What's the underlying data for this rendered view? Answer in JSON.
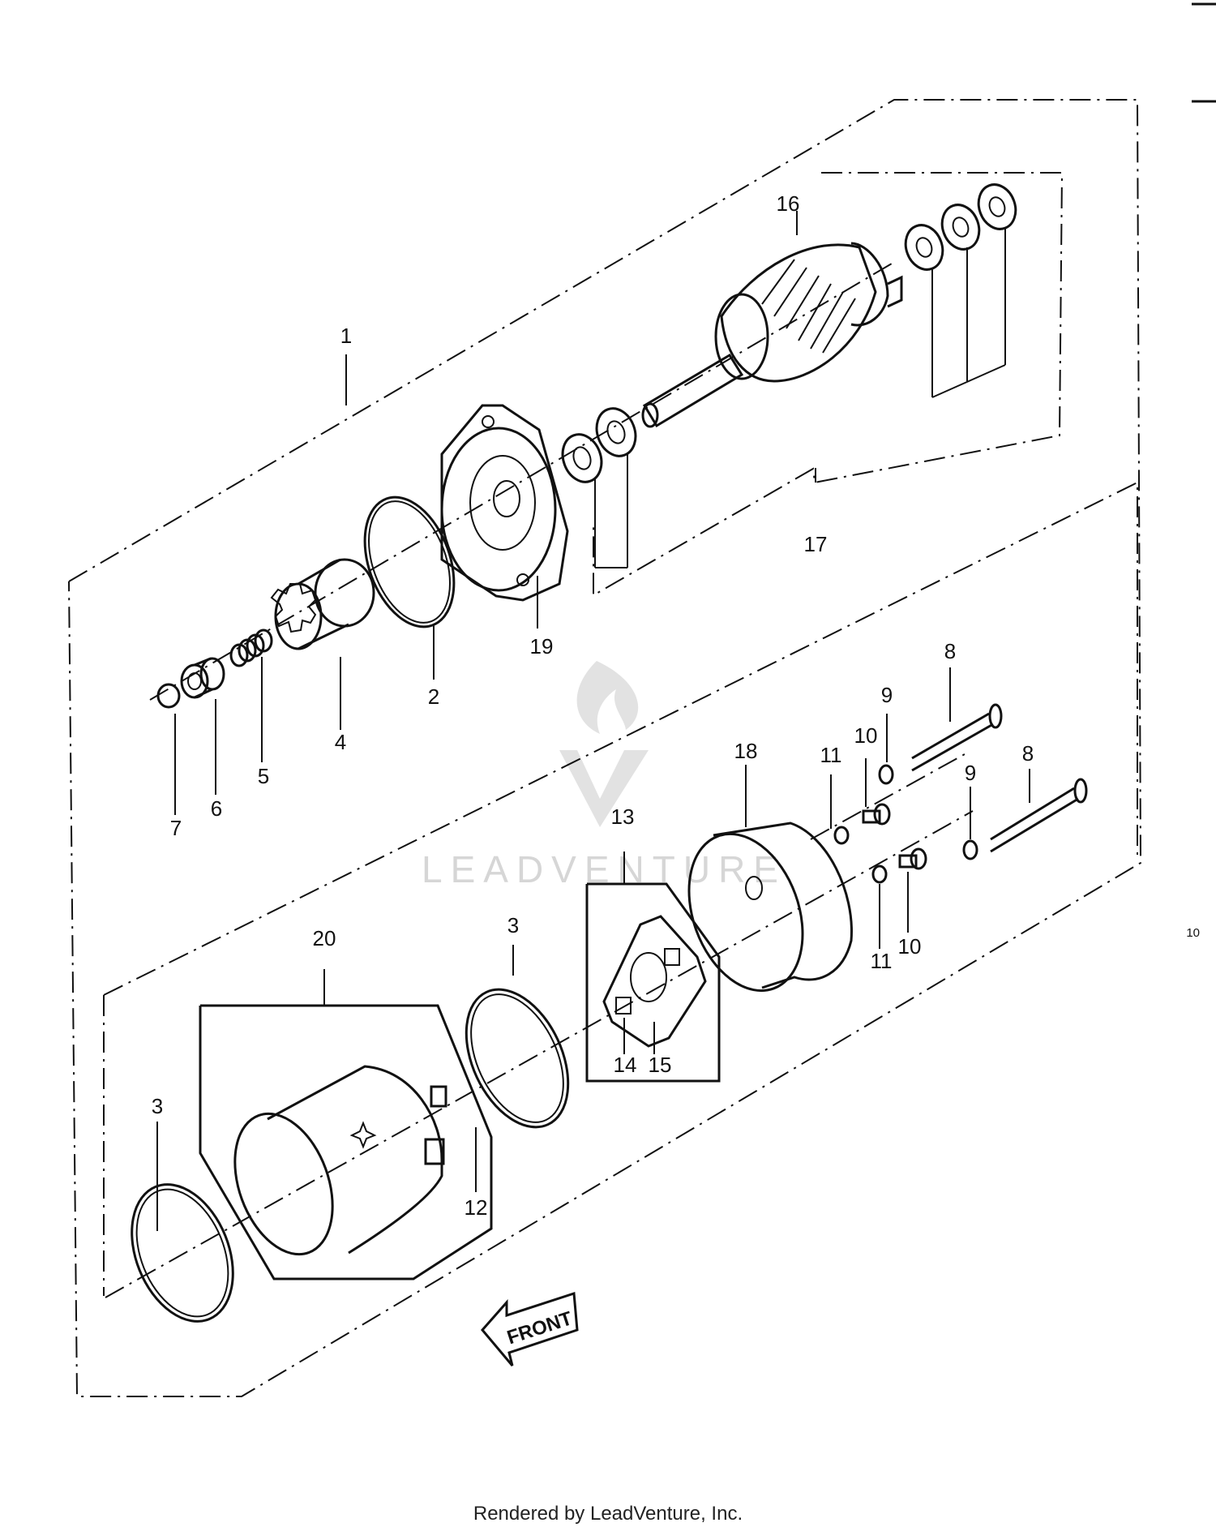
{
  "diagram": {
    "side_marker": "10",
    "watermark": "LEADVENTURE",
    "front_arrow_label": "FRONT",
    "labels": [
      {
        "id": "1",
        "text": "1"
      },
      {
        "id": "2",
        "text": "2"
      },
      {
        "id": "3a",
        "text": "3"
      },
      {
        "id": "3b",
        "text": "3"
      },
      {
        "id": "4",
        "text": "4"
      },
      {
        "id": "5",
        "text": "5"
      },
      {
        "id": "6",
        "text": "6"
      },
      {
        "id": "7",
        "text": "7"
      },
      {
        "id": "8a",
        "text": "8"
      },
      {
        "id": "8b",
        "text": "8"
      },
      {
        "id": "9a",
        "text": "9"
      },
      {
        "id": "9b",
        "text": "9"
      },
      {
        "id": "10a",
        "text": "10"
      },
      {
        "id": "10b",
        "text": "10"
      },
      {
        "id": "11a",
        "text": "11"
      },
      {
        "id": "11b",
        "text": "11"
      },
      {
        "id": "12",
        "text": "12"
      },
      {
        "id": "13",
        "text": "13"
      },
      {
        "id": "14",
        "text": "14"
      },
      {
        "id": "15",
        "text": "15"
      },
      {
        "id": "16",
        "text": "16"
      },
      {
        "id": "17",
        "text": "17"
      },
      {
        "id": "18",
        "text": "18"
      },
      {
        "id": "19",
        "text": "19"
      },
      {
        "id": "20",
        "text": "20"
      }
    ]
  },
  "footer": {
    "text": "Rendered by LeadVenture, Inc."
  }
}
